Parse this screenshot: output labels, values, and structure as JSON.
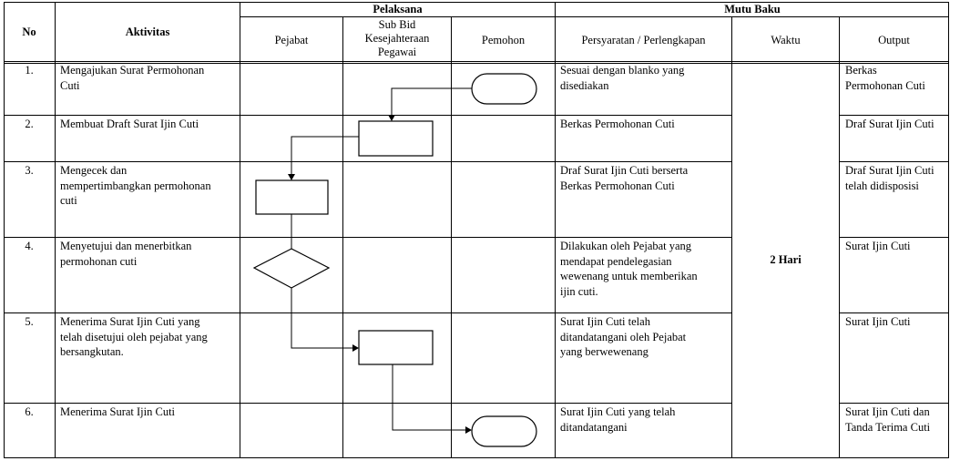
{
  "header": {
    "no": "No",
    "aktivitas": "Aktivitas",
    "pelaksana": "Pelaksana",
    "mutu_baku": "Mutu Baku",
    "pejabat": "Pejabat",
    "subbid": "Sub Bid\nKesejahteraan\nPegawai",
    "pemohon": "Pemohon",
    "persyaratan": "Persyaratan / Perlengkapan",
    "waktu": "Waktu",
    "output": "Output"
  },
  "rows": [
    {
      "no": "1.",
      "aktivitas": "Mengajukan  Surat Permohonan\nCuti",
      "persyaratan": "Sesuai dengan blanko yang\ndisediakan",
      "output": "Berkas\nPermohonan Cuti"
    },
    {
      "no": "2.",
      "aktivitas": "Membuat  Draft Surat Ijin Cuti",
      "persyaratan": "Berkas Permohonan  Cuti",
      "output": "Draf Surat Ijin Cuti"
    },
    {
      "no": "3.",
      "aktivitas": "Mengecek  dan\nmempertimbangkan permohonan\ncuti",
      "persyaratan": "Draf Surat Ijin Cuti berserta\nBerkas Permohonan  Cuti",
      "output": "Draf Surat Ijin Cuti\ntelah didisposisi"
    },
    {
      "no": "4.",
      "aktivitas": "Menyetujui  dan menerbitkan\npermohonan cuti",
      "persyaratan": "Dilakukan oleh Pejabat yang\nmendapat pendelegasian\nwewenang  untuk memberikan\nijin cuti.",
      "output": "Surat Ijin Cuti"
    },
    {
      "no": "5.",
      "aktivitas": "Menerima  Surat Ijin Cuti yang\ntelah disetujui oleh pejabat yang\nbersangkutan.",
      "persyaratan": "Surat Ijin Cuti telah\nditandatangani  oleh Pejabat\nyang berwewenang",
      "output": "Surat Ijin Cuti"
    },
    {
      "no": "6.",
      "aktivitas": "Menerima  Surat Ijin Cuti",
      "persyaratan": "Surat Ijin Cuti yang telah\nditandatangani",
      "output": "Surat Ijin Cuti dan\nTanda Terima Cuti"
    }
  ],
  "waktu_value": "2 Hari"
}
